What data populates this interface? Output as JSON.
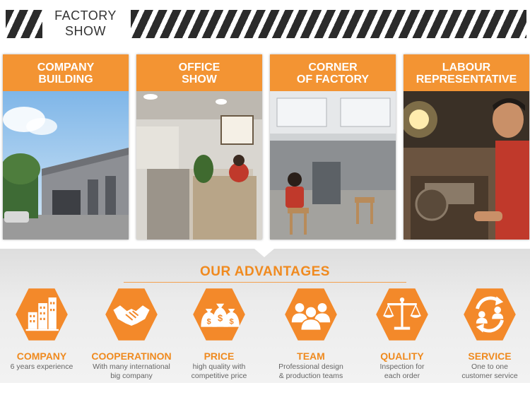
{
  "header": {
    "title_line1": "FACTORY",
    "title_line2": "SHOW"
  },
  "cards": [
    {
      "line1": "COMPANY",
      "line2": "BUILDING"
    },
    {
      "line1": "OFFICE",
      "line2": "SHOW"
    },
    {
      "line1": "CORNER",
      "line2": "OF FACTORY"
    },
    {
      "line1": "LABOUR",
      "line2": "REPRESENTATIVE"
    }
  ],
  "advantages": {
    "title": "OUR ADVANTAGES",
    "items": [
      {
        "title": "COMPANY",
        "desc1": "6 years experience",
        "desc2": "",
        "icon": "buildings-icon"
      },
      {
        "title": "COOPERATINON",
        "desc1": "With many international",
        "desc2": "big company",
        "icon": "handshake-icon"
      },
      {
        "title": "PRICE",
        "desc1": "high quality with",
        "desc2": "competitive price",
        "icon": "money-bags-icon"
      },
      {
        "title": "TEAM",
        "desc1": "Professional design",
        "desc2": "& production teams",
        "icon": "team-icon"
      },
      {
        "title": "QUALITY",
        "desc1": "Inspection  for",
        "desc2": "each  order",
        "icon": "balance-scale-icon"
      },
      {
        "title": "SERVICE",
        "desc1": "One to one",
        "desc2": "customer service",
        "icon": "customer-service-icon"
      }
    ]
  },
  "colors": {
    "accent": "#f39433",
    "stripe": "#2b2b2b",
    "text": "#666666"
  }
}
